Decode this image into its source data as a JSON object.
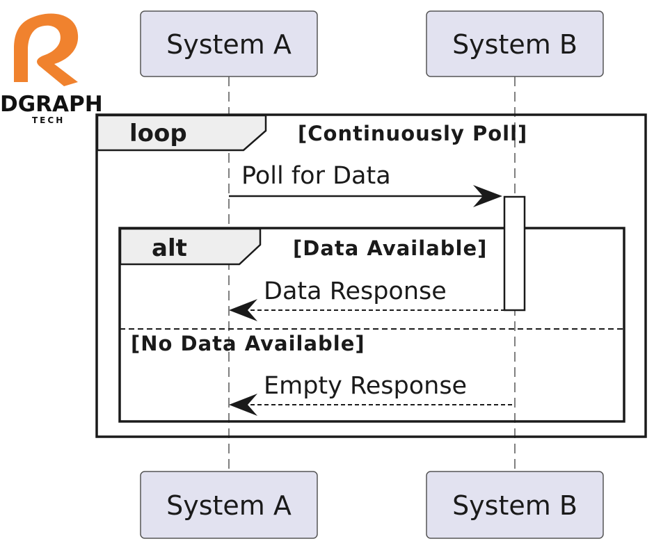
{
  "logo": {
    "name": "DGRAPH",
    "sub": "TECH",
    "brand_color": "#f0822e"
  },
  "participants": {
    "a": "System A",
    "b": "System B"
  },
  "loop": {
    "keyword": "loop",
    "guard": "[Continuously Poll]"
  },
  "alt": {
    "keyword": "alt",
    "guard_1": "[Data Available]",
    "guard_2": "[No Data Available]"
  },
  "messages": {
    "poll": "Poll for Data",
    "data_response": "Data Response",
    "empty_response": "Empty Response"
  },
  "colors": {
    "participant_fill": "#e2e2f0",
    "tab_fill": "#eeeeee",
    "line": "#1a1a1a"
  }
}
